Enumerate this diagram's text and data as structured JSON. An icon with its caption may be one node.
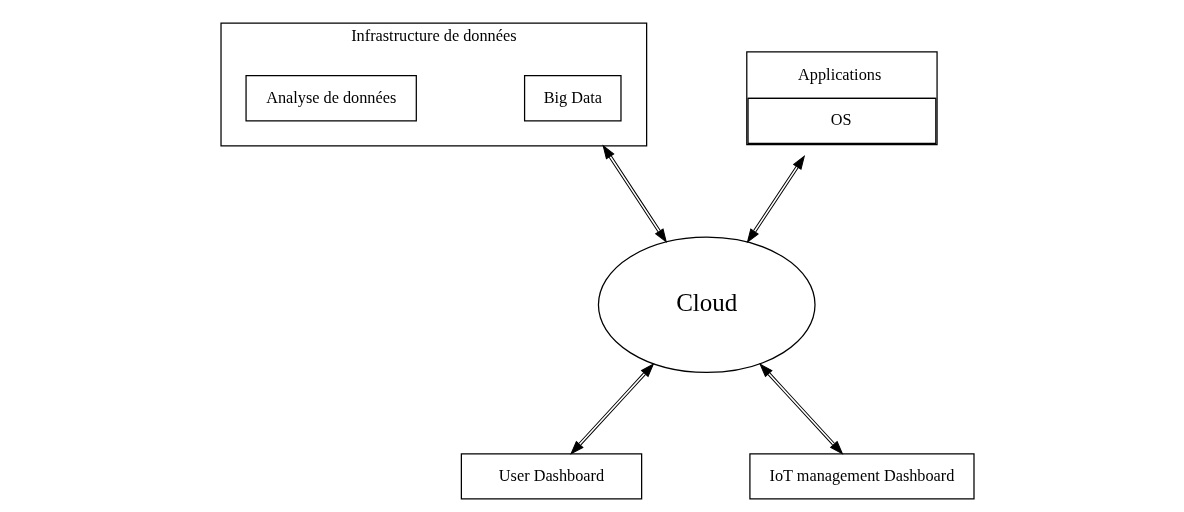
{
  "diagram": {
    "nodes": [
      {
        "text": [
          "Infrastructure de données"
        ]
      },
      {
        "text": [
          "Big Data"
        ],
        "in": 0
      },
      {
        "text": [
          "Analyse de données"
        ],
        "in": 0
      },
      {
        "text": [
          "Applications",
          "OS"
        ]
      },
      {
        "text": [
          "Cloud"
        ]
      },
      {
        "text": [
          "User Dashboard"
        ]
      },
      {
        "text": [
          "IoT management Dashboard"
        ]
      }
    ],
    "edges": [
      {
        "from": 0,
        "to": 4,
        "arrow": "both"
      },
      {
        "from": 3,
        "to": 4,
        "arrow": "both"
      },
      {
        "from": 4,
        "to": 5,
        "arrow": "both"
      },
      {
        "from": 4,
        "to": 6,
        "arrow": "both"
      }
    ]
  }
}
